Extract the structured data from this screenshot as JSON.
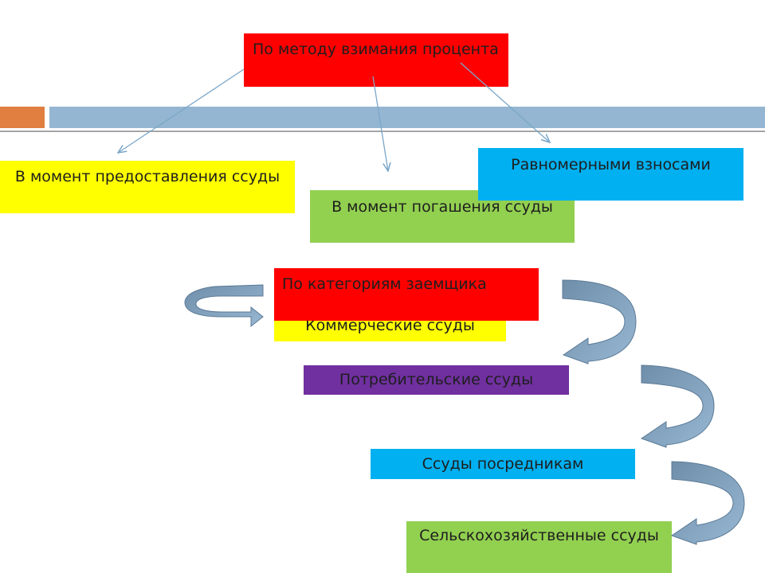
{
  "method": {
    "title": "По методу взимания процента",
    "options": [
      "В момент предоставления ссуды",
      "В момент погашения ссуды",
      "Равномерными взносами"
    ]
  },
  "category": {
    "title": "По категориям заемщика",
    "items": [
      "Коммерческие ссуды",
      "Потребительские ссуды",
      "Ссуды посредникам",
      "Сельскохозяйственные ссуды"
    ]
  }
}
